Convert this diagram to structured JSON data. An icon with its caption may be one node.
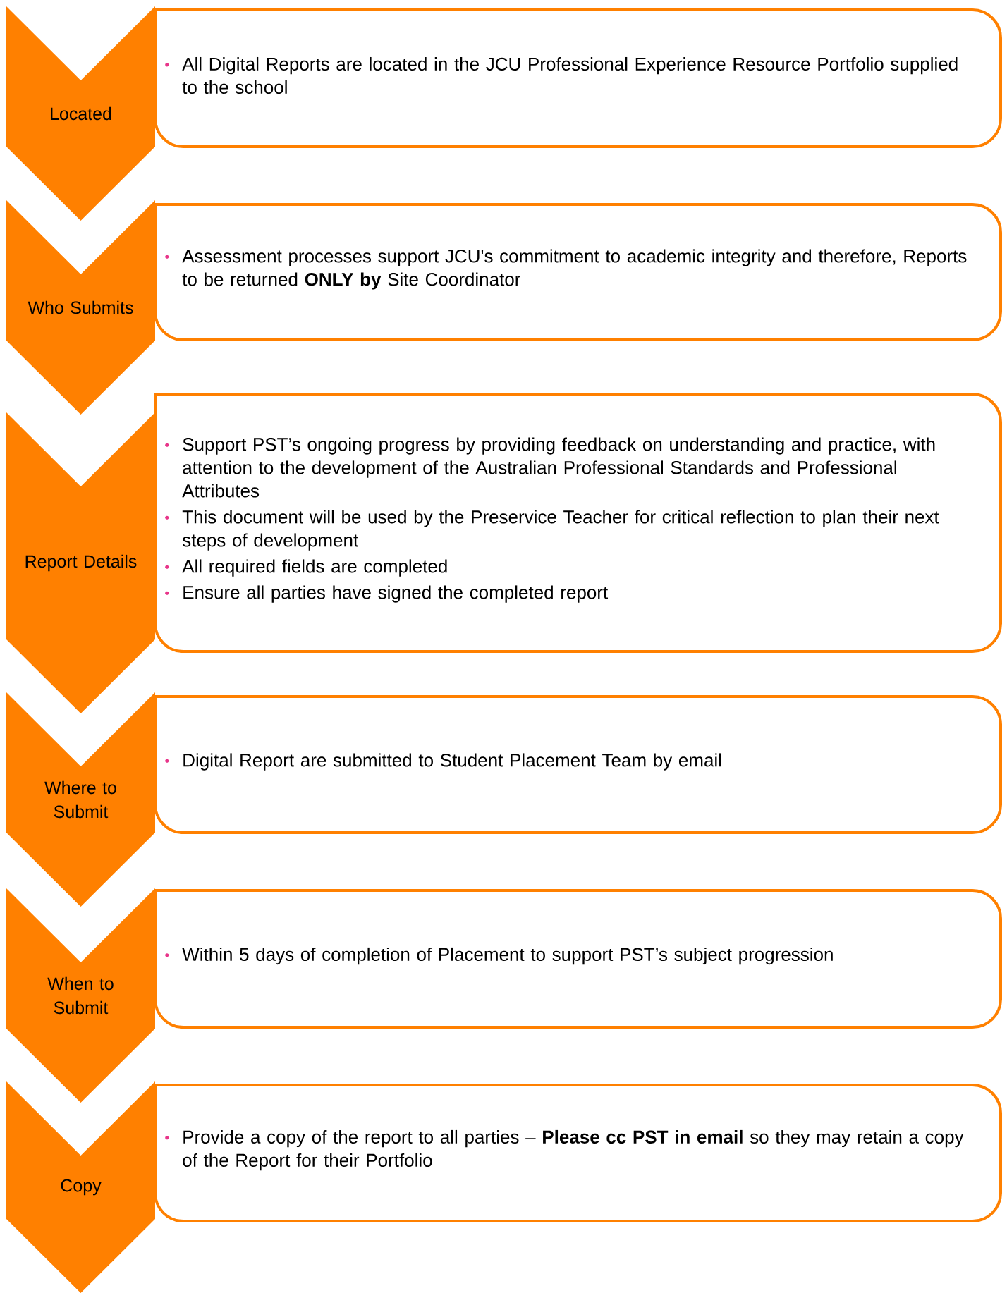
{
  "diagram": {
    "nodes": [
      {
        "text": [
          "Located"
        ]
      },
      {
        "text": [
          "All Digital Reports are located in the JCU Professional Experience Resource Portfolio supplied to the school"
        ]
      },
      {
        "text": [
          "Who Submits"
        ]
      },
      {
        "text": [
          "Assessment processes support JCU's commitment to academic integrity and therefore, Reports to be returned **ONLY by** Site Coordinator"
        ]
      },
      {
        "text": [
          "Report Details"
        ]
      },
      {
        "text": [
          "Support PST’s ongoing progress by providing feedback on understanding and practice, with attention to the development of the Australian Professional Standards and Professional Attributes",
          "This document will be used by the Preservice Teacher for critical reflection to plan their next steps of development",
          "All required fields are completed",
          "Ensure all parties have signed the completed report"
        ]
      },
      {
        "text": [
          "Where to Submit"
        ]
      },
      {
        "text": [
          "Digital Report are submitted to Student Placement Team by email"
        ]
      },
      {
        "text": [
          "When to Submit"
        ]
      },
      {
        "text": [
          "Within 5 days of completion of Placement to support PST’s subject progression"
        ]
      },
      {
        "text": [
          "Copy"
        ]
      },
      {
        "text": [
          "Provide a copy of the report to all parties – **Please cc PST in email** so they may retain a copy of the Report for their Portfolio"
        ]
      }
    ]
  }
}
